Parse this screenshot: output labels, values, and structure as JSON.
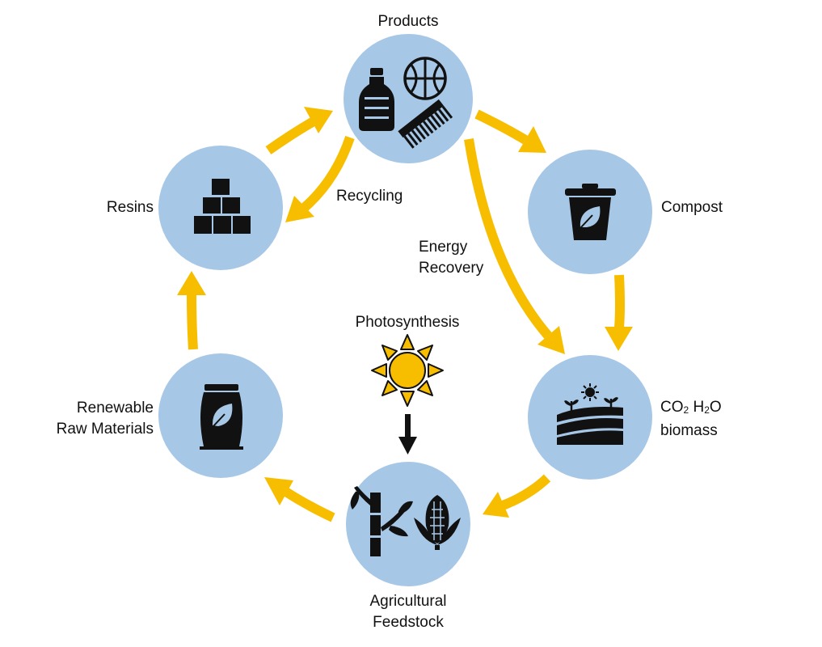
{
  "nodes": {
    "products": {
      "label": "Products",
      "icon": "bottle-ball-comb-icon"
    },
    "compost": {
      "label": "Compost",
      "icon": "compost-bin-leaf-icon"
    },
    "biomass": {
      "label_co2": "CO",
      "label_co2_sub": "2",
      "label_h2o_h": "H",
      "label_h2o_sub": "2",
      "label_h2o_o": "O",
      "label_line2": "biomass",
      "icon": "farm-field-sun-icon"
    },
    "feedstock": {
      "label_line1": "Agricultural",
      "label_line2": "Feedstock",
      "icon": "bamboo-corn-icon"
    },
    "raw_materials": {
      "label_line1": "Renewable",
      "label_line2": "Raw Materials",
      "icon": "seed-bag-leaf-icon"
    },
    "resins": {
      "label": "Resins",
      "icon": "stacked-boxes-icon"
    }
  },
  "flows": {
    "recycling": "Recycling",
    "energy_recovery_line1": "Energy",
    "energy_recovery_line2": "Recovery",
    "photosynthesis": "Photosynthesis"
  },
  "colors": {
    "node_fill": "#a7c7e7",
    "arrow": "#f7be00",
    "sun": "#f7be00",
    "ink": "#111111"
  }
}
